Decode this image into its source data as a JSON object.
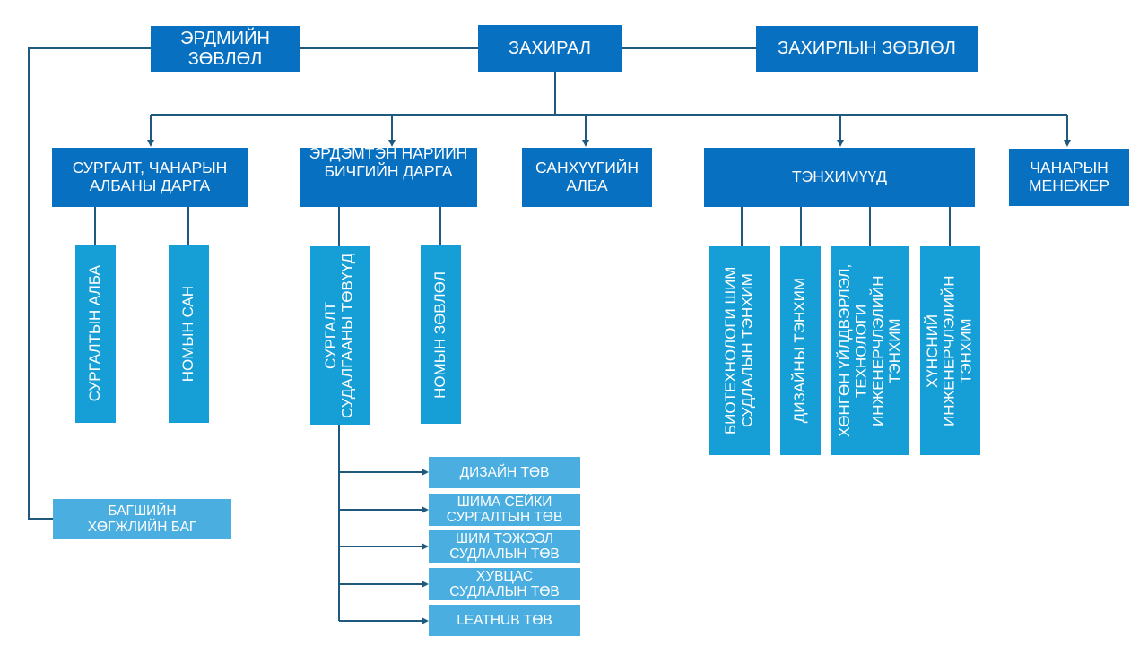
{
  "top": {
    "academic_council": "ЭРДМИЙН ЗӨВЛӨЛ",
    "director": "ЗАХИРАЛ",
    "board": "ЗАХИРЛЫН ЗӨВЛӨЛ"
  },
  "level2": {
    "training_quality_head": "СУРГАЛТ, ЧАНАРЫН АЛБАНЫ ДАРГА",
    "academic_secretary": "ЭРДЭМТЭН НАРИЙН БИЧГИЙН ДАРГА",
    "finance": "САНХҮҮГИЙН АЛБА",
    "departments": "ТЭНХИМҮҮД",
    "quality_manager": "ЧАНАРЫН МЕНЕЖЕР"
  },
  "level3": {
    "training_office": "СУРГАЛТЫН АЛБА",
    "library": "НОМЫН САН",
    "research_centers": "СУРГАЛТ СУДАЛГААНЫ ТӨВҮҮД",
    "book_council": "НОМЫН ЗӨВЛӨЛ"
  },
  "departments": [
    "БИОТЕХНОЛОГИ ШИМ СУДЛАЛЫН ТЭНХИМ",
    "ДИЗАЙНЫ ТЭНХИМ",
    "ХӨНГӨН ҮЙЛДВЭРЛЭЛ, ТЕХНОЛОГИ ИНЖЕНЕРЧЛЭЛИЙН ТЭНХИМ",
    "ХҮНСНИЙ ИНЖЕНЕРЧЛЭЛИЙН ТЭНХИМ"
  ],
  "centers": [
    "ДИЗАЙН ТӨВ",
    "ШИМА СЕЙКИ СУРГАЛТЫН ТӨВ",
    "ШИМ ТЭЖЭЭЛ СУДЛАЛЫН ТӨВ",
    "ХУВЦАС СУДЛАЛЫН ТӨВ",
    "LEATHUB ТӨВ"
  ],
  "teacher_dev": "БАГШИЙН ХӨГЖЛИЙН БАГ",
  "colors": {
    "dark_box": "#0770C1",
    "light_box": "#169FD7",
    "pale_box": "#4AAEE0",
    "connector": "#1F5A7E"
  }
}
